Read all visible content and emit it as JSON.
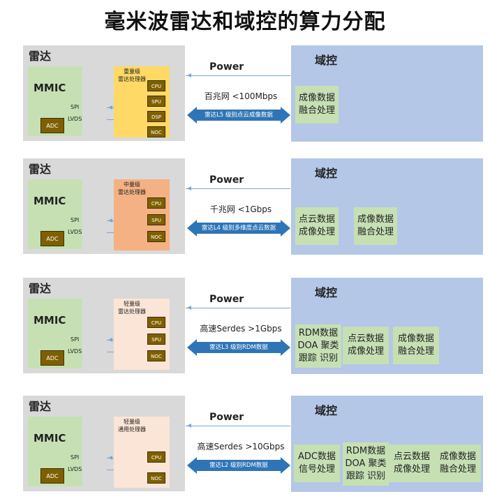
{
  "title": "毫米波雷达和域控的算力分配",
  "colors": {
    "radar_bg": "#d9d9d9",
    "mmic_bg": "#c6e0b4",
    "chip_bg": "#7f6000",
    "domain_bg": "#b4c7e7",
    "arrow": "#2e75b6"
  },
  "rows": [
    {
      "radar_label": "雷达",
      "mmic_label": "MMIC",
      "adc_label": "ADC",
      "spi_label": "SPI",
      "lvds_label": "LVDS",
      "proc_line1": "重量级",
      "proc_line2": "雷达处理器",
      "proc_color": "#ffd966",
      "chips": [
        "CPU",
        "SPU",
        "DSP",
        "NOC"
      ],
      "power_label": "Power",
      "bandwidth_label": "百兆网 <100Mbps",
      "data_label": "雷达L5 级别点云成像数据",
      "domain_label": "域控",
      "domain_boxes": [
        [
          "成像数据",
          "融合处理"
        ]
      ]
    },
    {
      "radar_label": "雷达",
      "mmic_label": "MMIC",
      "adc_label": "ADC",
      "spi_label": "SPI",
      "lvds_label": "LVDS",
      "proc_line1": "中量级",
      "proc_line2": "雷达处理器",
      "proc_color": "#f4b183",
      "chips": [
        "CPU",
        "SPU",
        "NOC"
      ],
      "power_label": "Power",
      "bandwidth_label": "千兆网 <1Gbps",
      "data_label": "雷达L4 级别多维度点云数据",
      "domain_label": "域控",
      "domain_boxes": [
        [
          "点云数据",
          "成像处理"
        ],
        [
          "成像数据",
          "融合处理"
        ]
      ]
    },
    {
      "radar_label": "雷达",
      "mmic_label": "MMIC",
      "adc_label": "ADC",
      "spi_label": "SPI",
      "lvds_label": "LVDS",
      "proc_line1": "轻量级",
      "proc_line2": "雷达处理器",
      "proc_color": "#fbe5d6",
      "chips": [
        "CPU",
        "SPU",
        "NOC"
      ],
      "power_label": "Power",
      "bandwidth_label": "高速Serdes >1Gbps",
      "data_label": "雷达L3 级别RDM数据",
      "domain_label": "域控",
      "domain_boxes": [
        [
          "RDM数据",
          "DOA 聚类",
          "跟踪 识别"
        ],
        [
          "点云数据",
          "成像处理"
        ],
        [
          "成像数据",
          "融合处理"
        ]
      ]
    },
    {
      "radar_label": "雷达",
      "mmic_label": "MMIC",
      "adc_label": "ADC",
      "spi_label": "SPI",
      "lvds_label": "LVDS",
      "proc_line1": "轻量级",
      "proc_line2": "通用处理器",
      "proc_color": "#fbe5d6",
      "chips": [
        "CPU",
        "NOC"
      ],
      "power_label": "Power",
      "bandwidth_label": "高速Serdes >10Gbps",
      "data_label": "雷达L2 级别RDM数据",
      "domain_label": "域控",
      "domain_boxes": [
        [
          "ADC数据",
          "信号处理"
        ],
        [
          "RDM数据",
          "DOA 聚类",
          "跟踪 识别"
        ],
        [
          "点云数据",
          "成像处理"
        ],
        [
          "成像数据",
          "融合处理"
        ]
      ]
    }
  ]
}
